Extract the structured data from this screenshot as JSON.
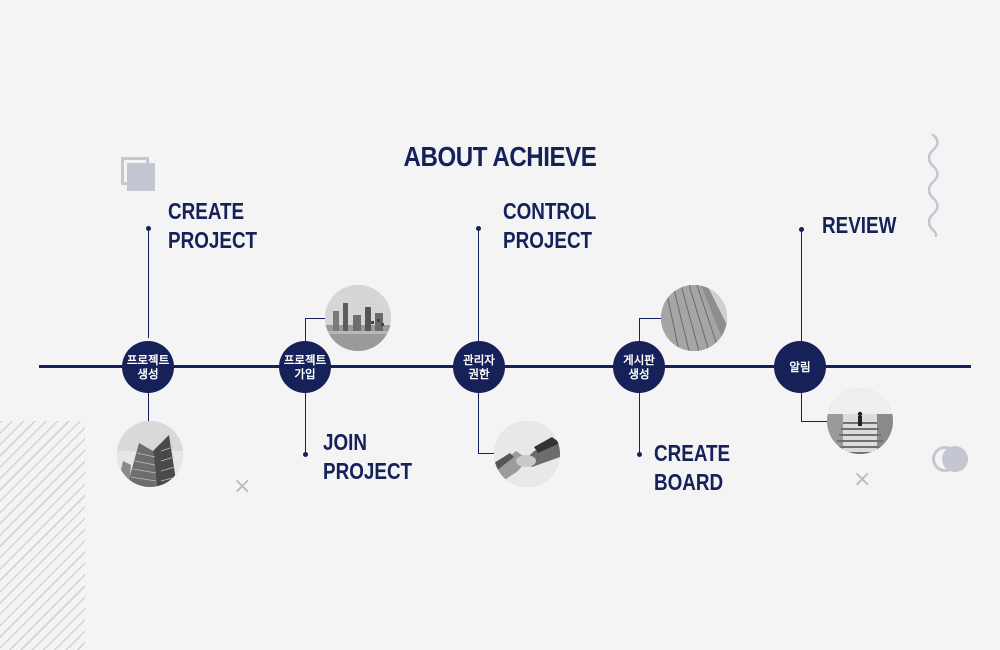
{
  "page": {
    "title": "ABOUT ACHIEVE"
  },
  "colors": {
    "navy": "#152158",
    "background": "#f4f4f5",
    "decoration": "#c4c6d1"
  },
  "timeline": {
    "nodes": [
      {
        "line1": "프로젝트",
        "line2": "생성"
      },
      {
        "line1": "프로젝트",
        "line2": "가입"
      },
      {
        "line1": "관리자",
        "line2": "권한"
      },
      {
        "line1": "게시판",
        "line2": "생성"
      },
      {
        "line1": "알림",
        "line2": ""
      }
    ],
    "labels": {
      "create_project": {
        "line1": "CREATE",
        "line2": "PROJECT"
      },
      "join_project": {
        "line1": "JOIN",
        "line2": "PROJECT"
      },
      "control_project": {
        "line1": "CONTROL",
        "line2": "PROJECT"
      },
      "create_board": {
        "line1": "CREATE",
        "line2": "BOARD"
      },
      "review": {
        "line1": "REVIEW"
      }
    },
    "photos": [
      {
        "icon": "city-skyscraper-icon"
      },
      {
        "icon": "city-skyline-icon"
      },
      {
        "icon": "handshake-icon"
      },
      {
        "icon": "building-facade-icon"
      },
      {
        "icon": "stairs-person-icon"
      }
    ]
  },
  "decorations": {
    "x_mark": "×"
  }
}
